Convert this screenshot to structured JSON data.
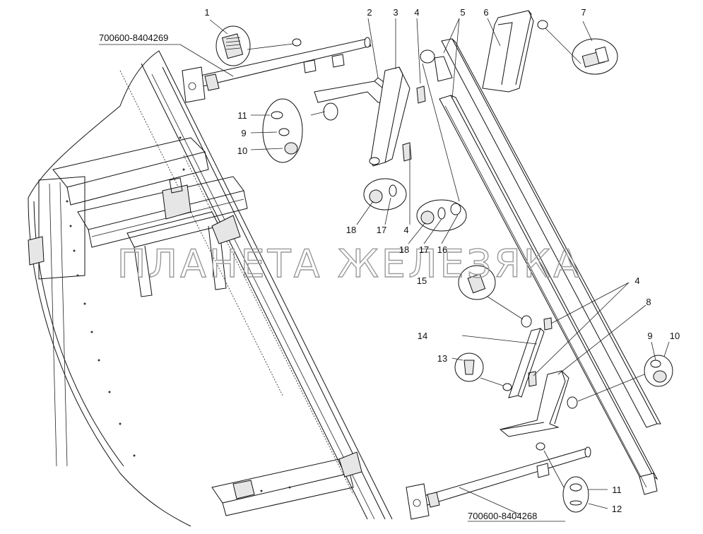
{
  "watermark": "ПЛАНЕТА ЖЕЛЕЗЯКА",
  "assemblies": {
    "top": "700600-8404269",
    "bottom": "700600-8404268"
  },
  "callouts": {
    "c1": "1",
    "c2": "2",
    "c3": "3",
    "c4a": "4",
    "c5": "5",
    "c6": "6",
    "c7": "7",
    "c11a": "11",
    "c9a": "9",
    "c10a": "10",
    "c18a": "18",
    "c17a": "17",
    "c4b": "4",
    "c18b": "18",
    "c17b": "17",
    "c16": "16",
    "c15": "15",
    "c4c": "4",
    "c8": "8",
    "c14": "14",
    "c13": "13",
    "c9b": "9",
    "c10b": "10",
    "c11b": "11",
    "c12": "12"
  }
}
